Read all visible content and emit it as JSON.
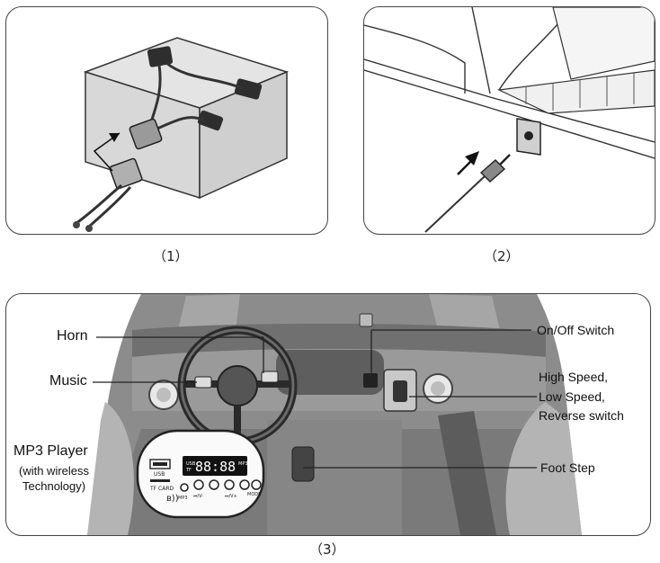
{
  "captions": {
    "panel1": "（1）",
    "panel2": "（2）",
    "panel3": "（3）"
  },
  "callouts": {
    "horn": "Horn",
    "music": "Music",
    "mp3_player": "MP3 Player",
    "mp3_sub1": "(with wireless",
    "mp3_sub2": "Technology)",
    "on_off_switch": "On/Off Switch",
    "speed_line1": "High Speed,",
    "speed_line2": "Low Speed,",
    "speed_line3": "Reverse switch",
    "foot_step": "Foot Step"
  },
  "mp3_panel": {
    "display": "88:88",
    "usb": "USB",
    "tf": "TF",
    "mp3_tag": "MP3",
    "usb_label": "USB",
    "tf_card": "TF CARD",
    "mp3_jack": "MP3",
    "mode": "MODE",
    "prev": "⏮/V-",
    "next": "⏭/V+"
  },
  "colors": {
    "line": "#333333",
    "gray_fill": "#d9d9d9",
    "dark_fill": "#3a3a3a",
    "panel3_bg": "#8c8c8c"
  }
}
